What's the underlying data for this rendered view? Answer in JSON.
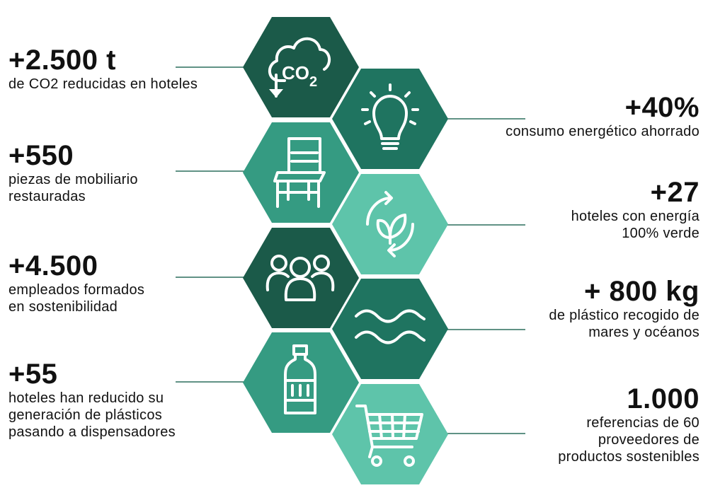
{
  "colors": {
    "dark": "#1b5a49",
    "medium": "#1f7460",
    "teal": "#359b82",
    "light": "#5ec4aa",
    "line": "#2b6e5d",
    "icon": "#ffffff"
  },
  "stats": {
    "co2": {
      "value": "+2.500 t",
      "lines": [
        "de CO2 reducidas en hoteles"
      ],
      "icon": "co2-cloud-down-icon"
    },
    "energy": {
      "value": "+40%",
      "lines": [
        "consumo energético ahorrado"
      ],
      "icon": "lightbulb-icon"
    },
    "furniture": {
      "value": "+550",
      "lines": [
        "piezas de mobiliario",
        "restauradas"
      ],
      "icon": "chair-icon"
    },
    "green": {
      "value": "+27",
      "lines": [
        "hoteles con energía",
        "100% verde"
      ],
      "icon": "leaves-recycle-icon"
    },
    "employees": {
      "value": "+4.500",
      "lines": [
        "empleados formados",
        "en sostenibilidad"
      ],
      "icon": "people-group-icon"
    },
    "plastic": {
      "value": "+ 800 kg",
      "lines": [
        "de plástico recogido de",
        "mares y océanos"
      ],
      "icon": "waves-icon"
    },
    "hotels": {
      "value": "+55",
      "lines": [
        "hoteles han reducido su",
        "generación de plásticos",
        "pasando a dispensadores"
      ],
      "icon": "bottle-icon"
    },
    "suppliers": {
      "value": "1.000",
      "lines": [
        "referencias de 60",
        "proveedores de",
        "productos sostenibles"
      ],
      "icon": "shopping-cart-icon"
    }
  },
  "co2_icon_text": "CO2"
}
